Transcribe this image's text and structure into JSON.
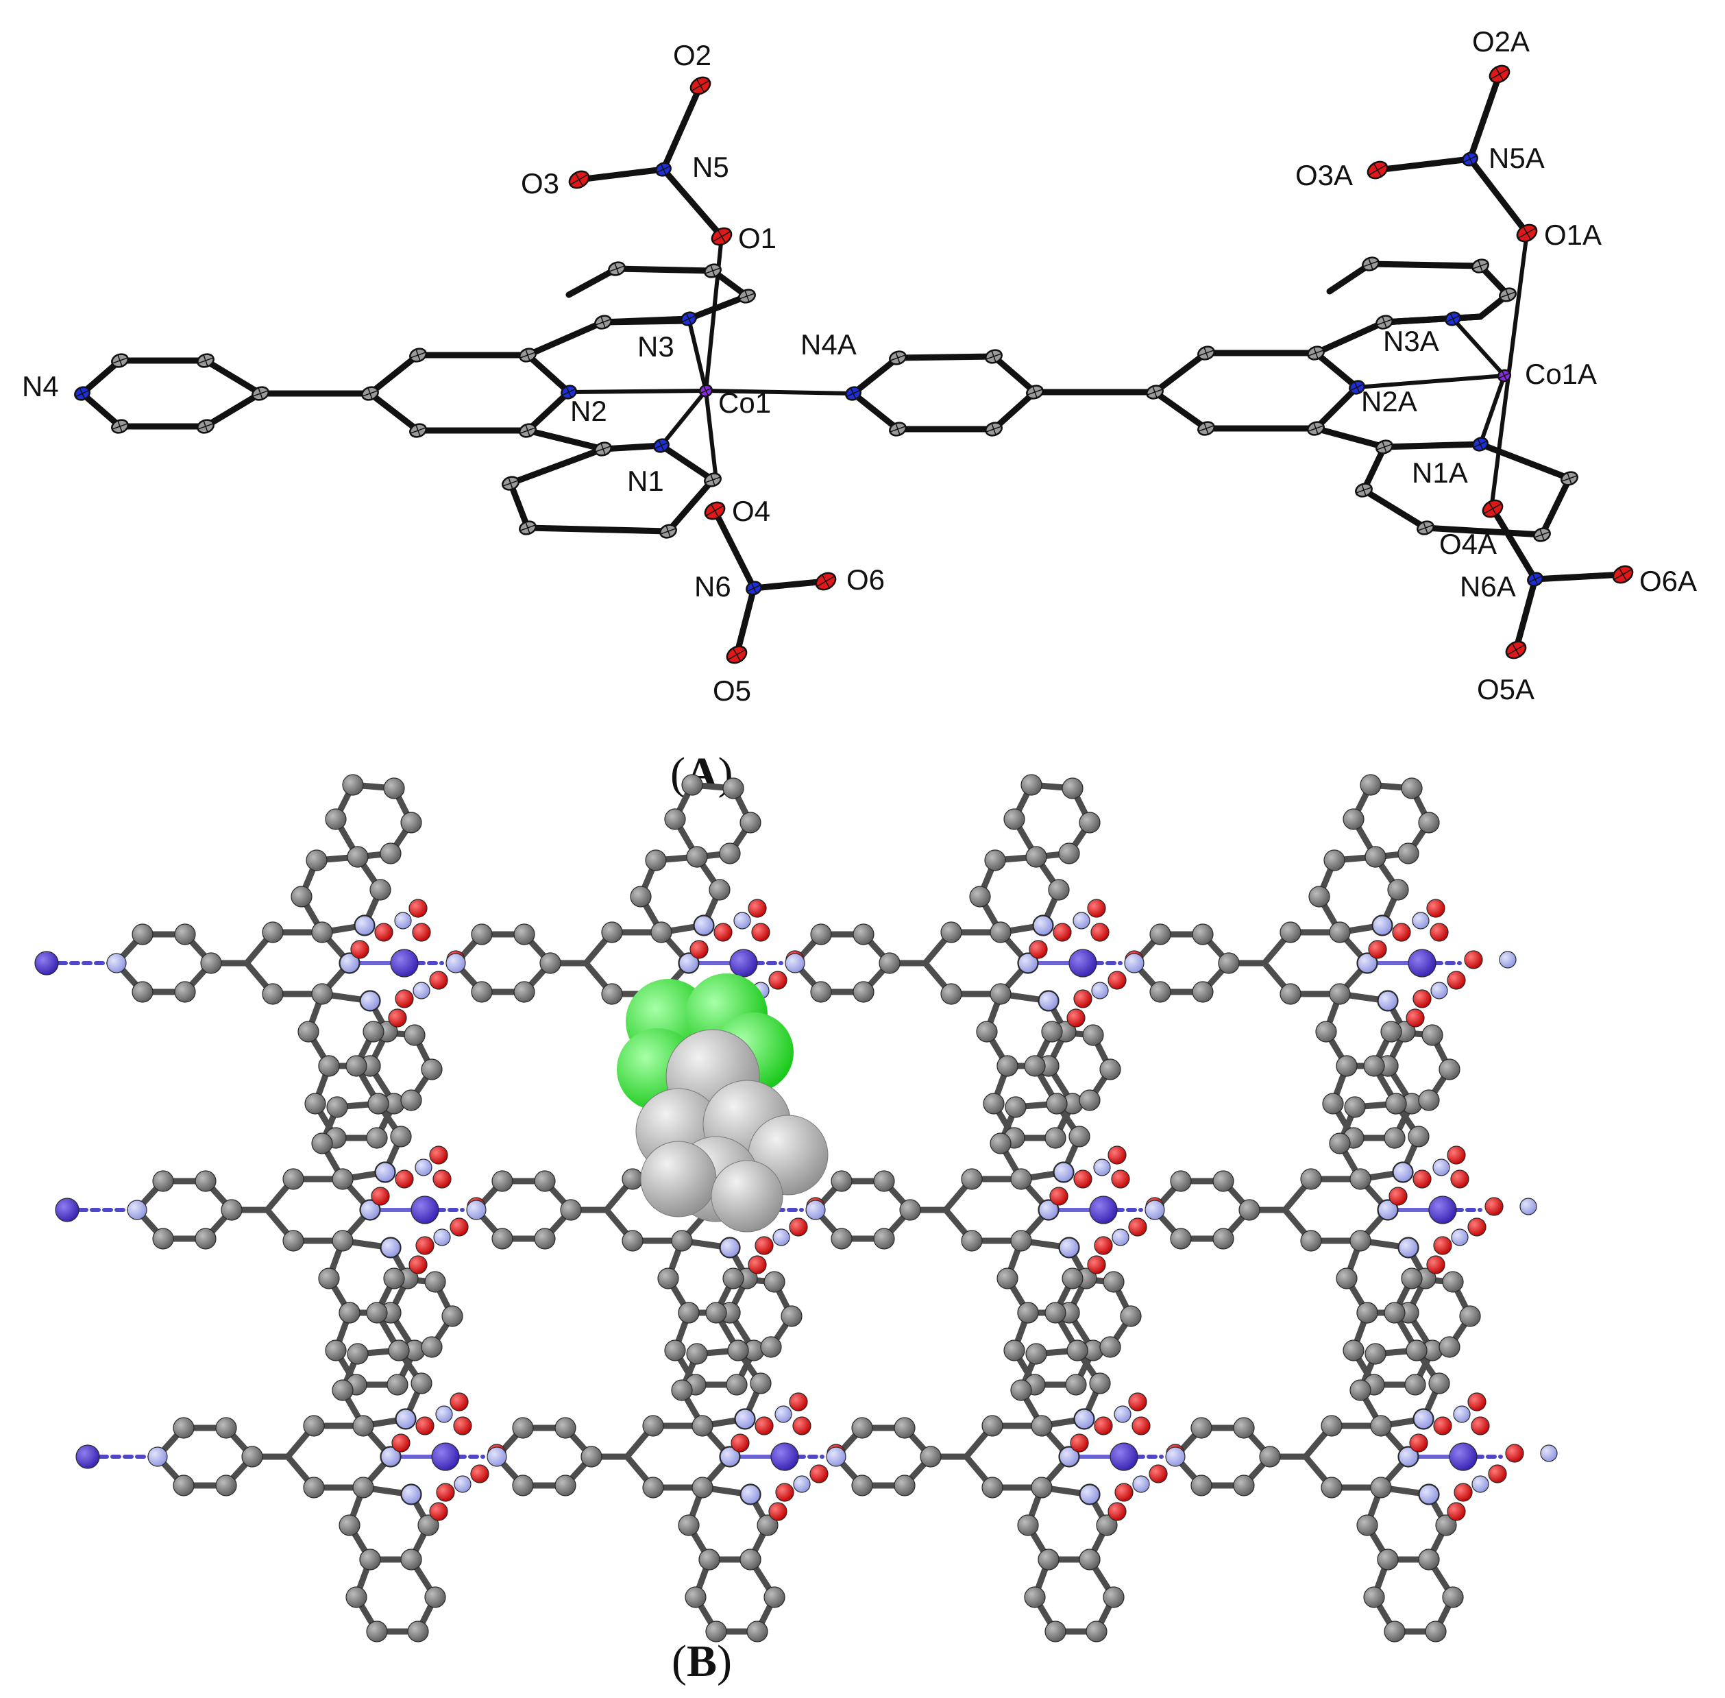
{
  "panel_a": {
    "caption_open": "(",
    "caption_letter": "A",
    "caption_close": ")",
    "atom_labels": [
      "O2",
      "O3",
      "N5",
      "O1",
      "N3",
      "N4",
      "N2",
      "Co1",
      "N4A",
      "N1",
      "O4",
      "N6",
      "O6",
      "O5",
      "O2A",
      "O3A",
      "N5A",
      "O1A",
      "N3A",
      "Co1A",
      "N2A",
      "N1A",
      "O4A",
      "N6A",
      "O6A",
      "O5A"
    ]
  },
  "panel_b": {
    "caption_open": "(",
    "caption_letter": "B",
    "caption_close": ")"
  },
  "colors": {
    "carbon": "#6b6b6b",
    "carbon_thermal": "#9a9a9a",
    "nitrogen": "#1f2fd6",
    "nitrogen_packing": "#aab0ea",
    "oxygen": "#e01818",
    "cobalt": "#8a2be2",
    "cobalt_packing": "#4b36c9",
    "chloride_guest": "#22dd22",
    "guest_grey": "#c8c8c8",
    "bond": "#111111"
  }
}
